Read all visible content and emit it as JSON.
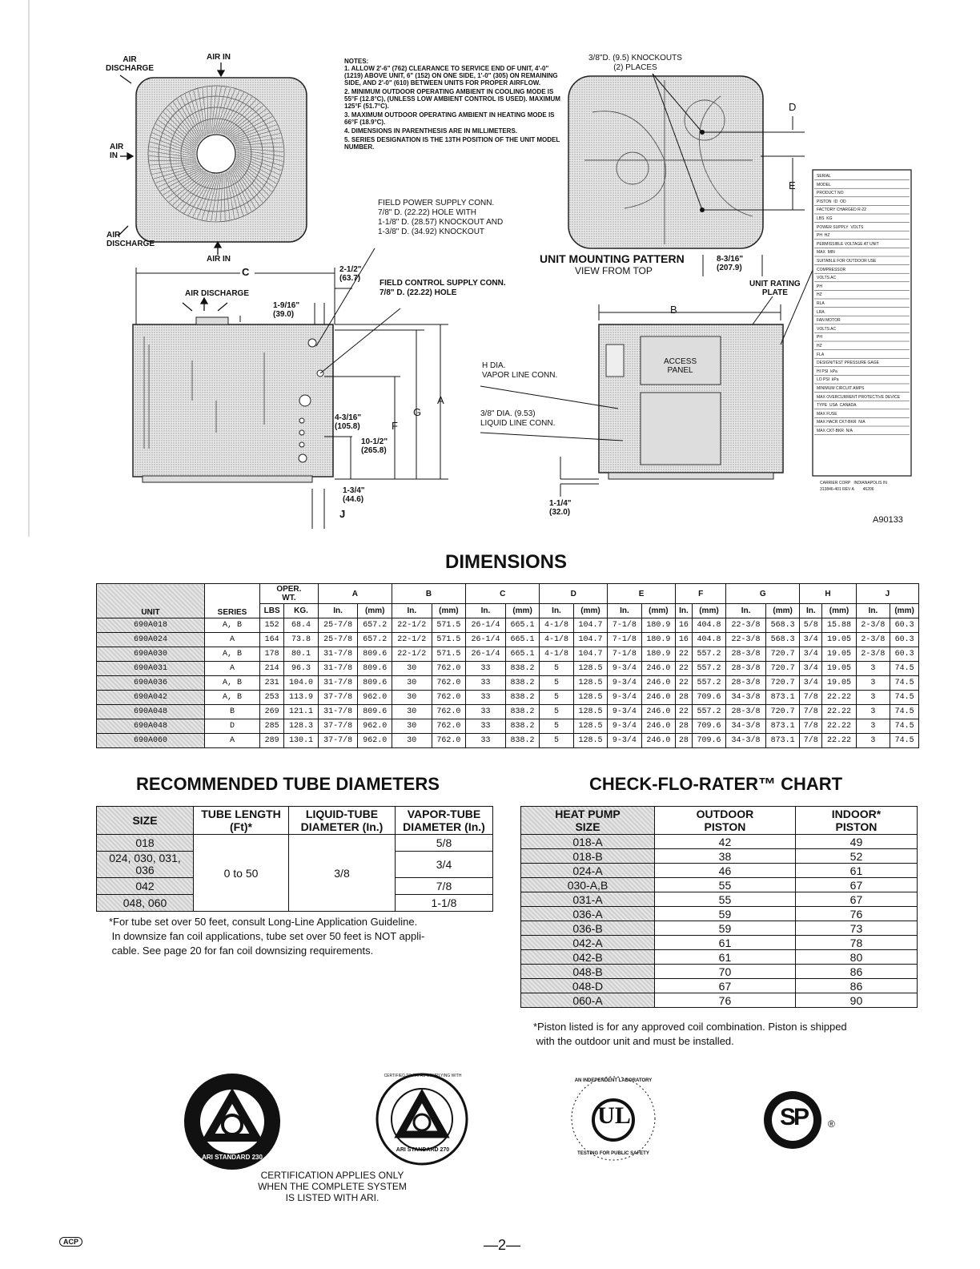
{
  "drawing": {
    "labels": {
      "air_discharge_tl": "AIR\nDISCHARGE",
      "air_in_top": "AIR IN",
      "air_in_left": "AIR\nIN",
      "air_discharge_bl": "AIR\nDISCHARGE",
      "air_in_bottom": "AIR IN",
      "dim_c": "C",
      "air_discharge_side": "AIR DISCHARGE",
      "d_1_9_16": "1-9/16\"\n(39.0)",
      "d_2_1_2": "2-1/2\"\n(63.7)",
      "field_power": "FIELD POWER SUPPLY CONN.\n7/8\" D. (22.22) HOLE WITH\n1-1/8\" D. (28.57) KNOCKOUT AND\n1-3/8\" D. (34.92) KNOCKOUT",
      "field_control": "FIELD CONTROL SUPPLY CONN.\n7/8\" D. (22.22) HOLE",
      "d_4_3_16": "4-3/16\"\n(105.8)",
      "d_10_1_2": "10-1/2\"\n(265.8)",
      "dim_f": "F",
      "dim_g": "G",
      "dim_a": "A",
      "d_1_3_4": "1-3/4\"\n(44.6)",
      "dim_j": "J",
      "d_1_1_4": "1-1/4\"\n(32.0)",
      "h_dia": "H DIA.\nVAPOR LINE CONN.",
      "liquid": "3/8\" DIA. (9.53)\nLIQUID LINE CONN.",
      "knockouts": "3/8\"D. (9.5) KNOCKOUTS\n(2) PLACES",
      "dim_d": "D",
      "dim_e": "E",
      "d_8_3_16": "8-3/16\"\n(207.9)",
      "mounting_title": "UNIT MOUNTING PATTERN",
      "mounting_sub": "VIEW FROM TOP",
      "rating_plate": "UNIT RATING\nPLATE",
      "dim_b": "B",
      "access_panel": "ACCESS\nPANEL",
      "figure_id": "A90133"
    },
    "notes_title": "NOTES:",
    "notes": [
      "1. ALLOW 2'-6\" (762) CLEARANCE TO SERVICE END OF UNIT, 4'-0\" (1219) ABOVE UNIT, 6\" (152) ON ONE SIDE, 1'-0\" (305) ON REMAINING SIDE, AND 2'-0\" (610) BETWEEN UNITS FOR PROPER AIRFLOW.",
      "2. MINIMUM OUTDOOR OPERATING AMBIENT IN COOLING MODE IS 55°F (12.8°C), (UNLESS LOW AMBIENT CONTROL IS USED). MAXIMUM 125°F (51.7°C).",
      "3. MAXIMUM OUTDOOR OPERATING AMBIENT IN HEATING MODE IS 66°F (18.9°C).",
      "4. DIMENSIONS IN PARENTHESIS ARE IN MILLIMETERS.",
      "5. SERIES DESIGNATION IS THE 13TH POSITION OF THE UNIT MODEL NUMBER."
    ],
    "rating_plate_lines": [
      "SERIAL",
      "MODEL",
      "PRODUCT NO",
      "PISTON  ID  OD",
      "FACTORY CHARGED R-22",
      "LBS  KG",
      "POWER SUPPLY  VOLTS",
      "PH  HZ",
      "PERMISSIBLE VOLTAGE AT UNIT",
      "MAX  MIN",
      "SUITABLE FOR OUTDOOR USE",
      "COMPRESSOR",
      "VOLTS AC",
      "PH",
      "HZ",
      "RLA",
      "LRA",
      "FAN MOTOR",
      "VOLTS AC",
      "PH",
      "HZ",
      "FLA",
      "DESIGN/TEST PRESSURE GAGE",
      "HI PSI  kPa",
      "LO PSI  kPa",
      "MINIMUM CIRCUIT AMPS",
      "MAX OVERCURRENT PROTECTIVE DEVICE",
      "TYPE  USA  CANADA",
      "MAX FUSE",
      "MAX HACR CKT-BKR  N/A",
      "MAX CKT-BKR  N/A"
    ],
    "rating_plate_footer": "CARRIER CORP   INDIANAPOLIS IN\n313846-401 REV A        46206"
  },
  "dimensions": {
    "title": "DIMENSIONS",
    "header_top": [
      "UNIT",
      "SERIES",
      "OPER.\nWT.",
      "A",
      "B",
      "C",
      "D",
      "E",
      "F",
      "G",
      "H",
      "J"
    ],
    "header_sub": [
      "LBS",
      "KG.",
      "In.",
      "(mm)",
      "In.",
      "(mm)",
      "In.",
      "(mm)",
      "In.",
      "(mm)",
      "In.",
      "(mm)",
      "In.",
      "(mm)",
      "In.",
      "(mm)",
      "In.",
      "(mm)",
      "In.",
      "(mm)"
    ],
    "rows": [
      [
        "690A018",
        "A, B",
        "152",
        "68.4",
        "25-7/8",
        "657.2",
        "22-1/2",
        "571.5",
        "26-1/4",
        "665.1",
        "4-1/8",
        "104.7",
        "7-1/8",
        "180.9",
        "16",
        "404.8",
        "22-3/8",
        "568.3",
        "5/8",
        "15.88",
        "2-3/8",
        "60.3"
      ],
      [
        "690A024",
        "A",
        "164",
        "73.8",
        "25-7/8",
        "657.2",
        "22-1/2",
        "571.5",
        "26-1/4",
        "665.1",
        "4-1/8",
        "104.7",
        "7-1/8",
        "180.9",
        "16",
        "404.8",
        "22-3/8",
        "568.3",
        "3/4",
        "19.05",
        "2-3/8",
        "60.3"
      ],
      [
        "690A030",
        "A, B",
        "178",
        "80.1",
        "31-7/8",
        "809.6",
        "22-1/2",
        "571.5",
        "26-1/4",
        "665.1",
        "4-1/8",
        "104.7",
        "7-1/8",
        "180.9",
        "22",
        "557.2",
        "28-3/8",
        "720.7",
        "3/4",
        "19.05",
        "2-3/8",
        "60.3"
      ],
      [
        "690A031",
        "A",
        "214",
        "96.3",
        "31-7/8",
        "809.6",
        "30",
        "762.0",
        "33",
        "838.2",
        "5",
        "128.5",
        "9-3/4",
        "246.0",
        "22",
        "557.2",
        "28-3/8",
        "720.7",
        "3/4",
        "19.05",
        "3",
        "74.5"
      ],
      [
        "690A036",
        "A, B",
        "231",
        "104.0",
        "31-7/8",
        "809.6",
        "30",
        "762.0",
        "33",
        "838.2",
        "5",
        "128.5",
        "9-3/4",
        "246.0",
        "22",
        "557.2",
        "28-3/8",
        "720.7",
        "3/4",
        "19.05",
        "3",
        "74.5"
      ],
      [
        "690A042",
        "A, B",
        "253",
        "113.9",
        "37-7/8",
        "962.0",
        "30",
        "762.0",
        "33",
        "838.2",
        "5",
        "128.5",
        "9-3/4",
        "246.0",
        "28",
        "709.6",
        "34-3/8",
        "873.1",
        "7/8",
        "22.22",
        "3",
        "74.5"
      ],
      [
        "690A048",
        "B",
        "269",
        "121.1",
        "31-7/8",
        "809.6",
        "30",
        "762.0",
        "33",
        "838.2",
        "5",
        "128.5",
        "9-3/4",
        "246.0",
        "22",
        "557.2",
        "28-3/8",
        "720.7",
        "7/8",
        "22.22",
        "3",
        "74.5"
      ],
      [
        "690A048",
        "D",
        "285",
        "128.3",
        "37-7/8",
        "962.0",
        "30",
        "762.0",
        "33",
        "838.2",
        "5",
        "128.5",
        "9-3/4",
        "246.0",
        "28",
        "709.6",
        "34-3/8",
        "873.1",
        "7/8",
        "22.22",
        "3",
        "74.5"
      ],
      [
        "690A060",
        "A",
        "289",
        "130.1",
        "37-7/8",
        "962.0",
        "30",
        "762.0",
        "33",
        "838.2",
        "5",
        "128.5",
        "9-3/4",
        "246.0",
        "28",
        "709.6",
        "34-3/8",
        "873.1",
        "7/8",
        "22.22",
        "3",
        "74.5"
      ]
    ]
  },
  "tubes": {
    "title": "RECOMMENDED TUBE DIAMETERS",
    "headers": [
      "SIZE",
      "TUBE LENGTH\n(Ft)*",
      "LIQUID-TUBE\nDIAMETER (In.)",
      "VAPOR-TUBE\nDIAMETER (In.)"
    ],
    "sizes": [
      "018",
      "024, 030, 031,\n036",
      "042",
      "048, 060"
    ],
    "length": "0 to 50",
    "liquid": "3/8",
    "vapor": [
      "5/8",
      "3/4",
      "7/8",
      "1-1/8"
    ],
    "footnote": "*For tube set over 50 feet, consult Long-Line Application Guideline.\n In downsize fan coil applications, tube set over 50 feet is NOT appli-\n cable. See page 20 for fan coil downsizing requirements."
  },
  "checkflo": {
    "title": "CHECK-FLO-RATER™ CHART",
    "headers": [
      "HEAT PUMP\nSIZE",
      "OUTDOOR\nPISTON",
      "INDOOR*\nPISTON"
    ],
    "rows": [
      [
        "018-A",
        "42",
        "49"
      ],
      [
        "018-B",
        "38",
        "52"
      ],
      [
        "024-A",
        "46",
        "61"
      ],
      [
        "030-A,B",
        "55",
        "67"
      ],
      [
        "031-A",
        "55",
        "67"
      ],
      [
        "036-A",
        "59",
        "76"
      ],
      [
        "036-B",
        "59",
        "73"
      ],
      [
        "042-A",
        "61",
        "78"
      ],
      [
        "042-B",
        "61",
        "80"
      ],
      [
        "048-B",
        "70",
        "86"
      ],
      [
        "048-D",
        "67",
        "86"
      ],
      [
        "060-A",
        "76",
        "90"
      ]
    ],
    "footnote": "*Piston listed is for any approved coil combination. Piston is shipped\n with the outdoor unit and must be installed."
  },
  "certs": {
    "ari_230": "ARI STANDARD 230",
    "ari_270": "ARI STANDARD 270",
    "ari_270_ring": "CERTIFIED TO ARI AS COMPLYING WITH",
    "ul_ring_top": "AN INDEPENDENT LABORATORY",
    "ul_ring_bottom": "TESTING FOR PUBLIC SAFETY",
    "ul": "UL",
    "csa": "SP",
    "cert_text": "CERTIFICATION APPLIES ONLY\nWHEN THE COMPLETE SYSTEM\nIS LISTED WITH ARI."
  },
  "footer": {
    "page": "—2—",
    "acp": "ACP"
  }
}
